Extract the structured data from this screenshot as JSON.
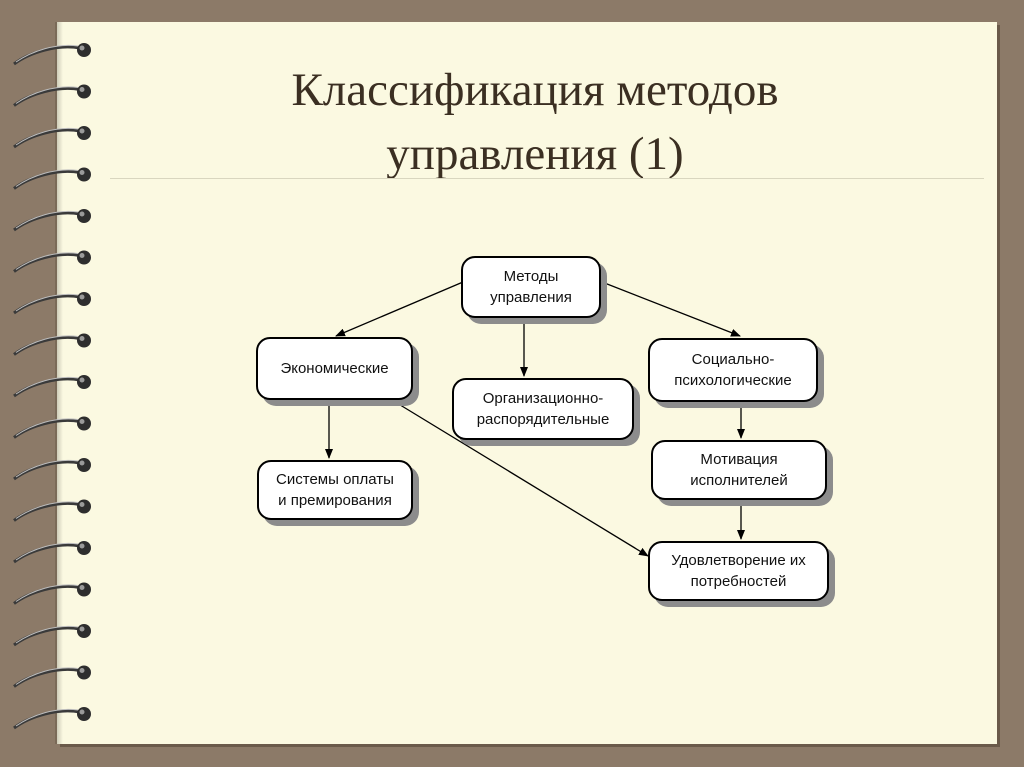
{
  "title": {
    "line1": "Классификация методов",
    "line2": "управления (1)"
  },
  "nodes": {
    "root": "Методы\nуправления",
    "economic": "Экономические",
    "organizational": "Организационно-\nраспорядительные",
    "social": "Социально-\nпсихологические",
    "payment": "Системы оплаты\nи премирования",
    "motivation": "Мотивация\nисполнителей",
    "needs": "Удовлетворение их\nпотребностей"
  },
  "colors": {
    "frame": "#8c7a68",
    "page": "#fbf9e1",
    "title": "#3b2f22",
    "node_fill": "#ffffff",
    "node_shadow": "#8c8c8c"
  },
  "icons": [
    "spiral-binding-ring"
  ]
}
